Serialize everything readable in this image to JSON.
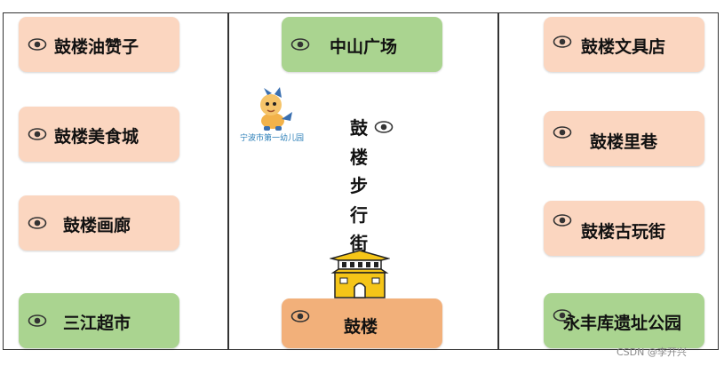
{
  "left_column": [
    {
      "label": "鼓楼油赞子",
      "color": "peach"
    },
    {
      "label": "鼓楼美食城",
      "color": "peach"
    },
    {
      "label": "鼓楼画廊",
      "color": "peach"
    },
    {
      "label": "三江超市",
      "color": "green"
    }
  ],
  "center": {
    "top": {
      "label": "中山广场",
      "color": "green"
    },
    "vertical_title": [
      "鼓",
      "楼",
      "步",
      "行",
      "街"
    ],
    "bottom": {
      "label": "鼓楼",
      "color": "orange"
    },
    "mascot_caption": "宁波市第一幼儿园"
  },
  "right_column": [
    {
      "label": "鼓楼文具店",
      "color": "peach"
    },
    {
      "label": "鼓楼里巷",
      "color": "peach"
    },
    {
      "label": "鼓楼古玩街",
      "color": "peach"
    },
    {
      "label": "永丰库遗址公园",
      "color": "green"
    }
  ],
  "watermark": "CSDN @李开兴",
  "icons": {
    "eye": "eye-icon",
    "mascot": "mascot-illustration",
    "gate_tower": "drum-tower-icon"
  },
  "colors": {
    "peach": "#fbd6c0",
    "green": "#aad490",
    "orange": "#f2b07a"
  }
}
